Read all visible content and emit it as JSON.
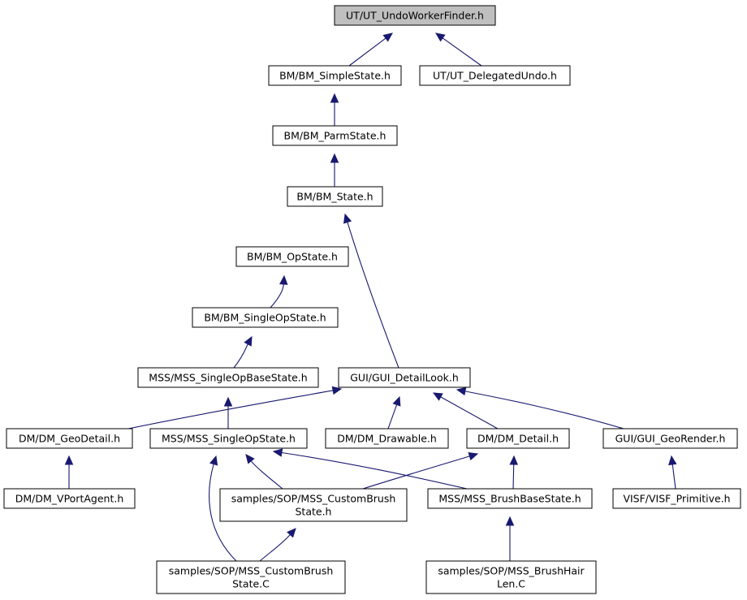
{
  "diagram": {
    "nodes": [
      {
        "id": "ut_undoworkerfinder",
        "label": [
          "UT/UT_UndoWorkerFinder.h"
        ],
        "root": true
      },
      {
        "id": "bm_simplestate",
        "label": [
          "BM/BM_SimpleState.h"
        ]
      },
      {
        "id": "ut_delegatedundo",
        "label": [
          "UT/UT_DelegatedUndo.h"
        ]
      },
      {
        "id": "bm_parmstate",
        "label": [
          "BM/BM_ParmState.h"
        ]
      },
      {
        "id": "bm_state",
        "label": [
          "BM/BM_State.h"
        ]
      },
      {
        "id": "bm_opstate",
        "label": [
          "BM/BM_OpState.h"
        ]
      },
      {
        "id": "bm_singleopstate",
        "label": [
          "BM/BM_SingleOpState.h"
        ]
      },
      {
        "id": "mss_singleopbasestate",
        "label": [
          "MSS/MSS_SingleOpBaseState.h"
        ]
      },
      {
        "id": "gui_detaillook",
        "label": [
          "GUI/GUI_DetailLook.h"
        ]
      },
      {
        "id": "dm_geodetail",
        "label": [
          "DM/DM_GeoDetail.h"
        ]
      },
      {
        "id": "mss_singleopstate",
        "label": [
          "MSS/MSS_SingleOpState.h"
        ]
      },
      {
        "id": "dm_drawable",
        "label": [
          "DM/DM_Drawable.h"
        ]
      },
      {
        "id": "dm_detail",
        "label": [
          "DM/DM_Detail.h"
        ]
      },
      {
        "id": "gui_georender",
        "label": [
          "GUI/GUI_GeoRender.h"
        ]
      },
      {
        "id": "dm_vportagent",
        "label": [
          "DM/DM_VPortAgent.h"
        ]
      },
      {
        "id": "sop_custombrush_h",
        "label": [
          "samples/SOP/MSS_CustomBrush",
          "State.h"
        ]
      },
      {
        "id": "mss_brushbasestate",
        "label": [
          "MSS/MSS_BrushBaseState.h"
        ]
      },
      {
        "id": "visf_primitive",
        "label": [
          "VISF/VISF_Primitive.h"
        ]
      },
      {
        "id": "sop_custombrush_c",
        "label": [
          "samples/SOP/MSS_CustomBrush",
          "State.C"
        ]
      },
      {
        "id": "sop_brushhairlen_c",
        "label": [
          "samples/SOP/MSS_BrushHair",
          "Len.C"
        ]
      }
    ],
    "edges": [
      {
        "from": "bm_simplestate",
        "to": "ut_undoworkerfinder"
      },
      {
        "from": "ut_delegatedundo",
        "to": "ut_undoworkerfinder"
      },
      {
        "from": "bm_parmstate",
        "to": "bm_simplestate"
      },
      {
        "from": "bm_state",
        "to": "bm_parmstate"
      },
      {
        "from": "bm_opstate",
        "to": "bm_state"
      },
      {
        "from": "gui_detaillook",
        "to": "bm_state"
      },
      {
        "from": "bm_singleopstate",
        "to": "bm_opstate"
      },
      {
        "from": "mss_singleopbasestate",
        "to": "bm_singleopstate"
      },
      {
        "from": "mss_singleopstate",
        "to": "mss_singleopbasestate"
      },
      {
        "from": "dm_geodetail",
        "to": "gui_detaillook"
      },
      {
        "from": "dm_drawable",
        "to": "gui_detaillook"
      },
      {
        "from": "dm_detail",
        "to": "gui_detaillook"
      },
      {
        "from": "gui_georender",
        "to": "gui_detaillook"
      },
      {
        "from": "dm_vportagent",
        "to": "dm_geodetail"
      },
      {
        "from": "sop_custombrush_h",
        "to": "mss_singleopstate"
      },
      {
        "from": "sop_custombrush_c",
        "to": "mss_singleopstate"
      },
      {
        "from": "mss_brushbasestate",
        "to": "mss_singleopstate"
      },
      {
        "from": "sop_custombrush_h",
        "to": "dm_detail"
      },
      {
        "from": "mss_brushbasestate",
        "to": "dm_detail"
      },
      {
        "from": "visf_primitive",
        "to": "gui_georender"
      },
      {
        "from": "sop_custombrush_c",
        "to": "sop_custombrush_h"
      },
      {
        "from": "sop_brushhairlen_c",
        "to": "mss_brushbasestate"
      }
    ]
  }
}
